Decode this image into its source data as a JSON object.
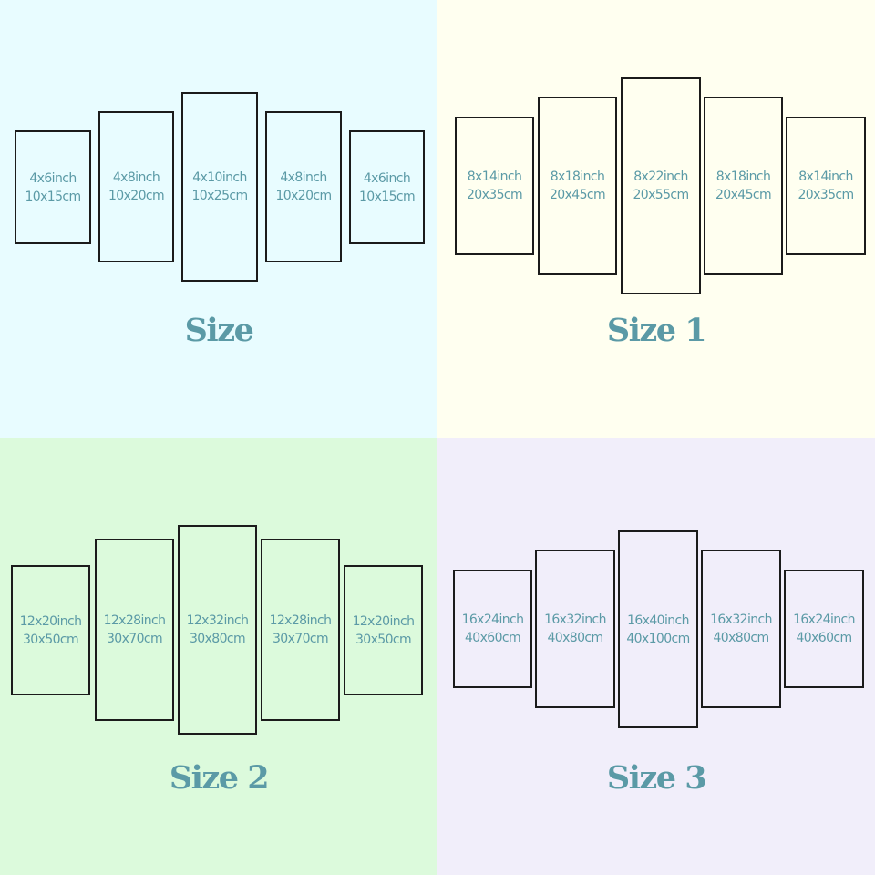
{
  "colors": {
    "text": "#5b9aa6",
    "frame": "#1b1b1b"
  },
  "quadrants": [
    {
      "title": "Size",
      "background": "#e8fcff",
      "panels": [
        {
          "inch": "4x6inch",
          "cm": "10x15cm"
        },
        {
          "inch": "4x8inch",
          "cm": "10x20cm"
        },
        {
          "inch": "4x10inch",
          "cm": "10x25cm"
        },
        {
          "inch": "4x8inch",
          "cm": "10x20cm"
        },
        {
          "inch": "4x6inch",
          "cm": "10x15cm"
        }
      ]
    },
    {
      "title": "Size 1",
      "background": "#fffff0",
      "panels": [
        {
          "inch": "8x14inch",
          "cm": "20x35cm"
        },
        {
          "inch": "8x18inch",
          "cm": "20x45cm"
        },
        {
          "inch": "8x22inch",
          "cm": "20x55cm"
        },
        {
          "inch": "8x18inch",
          "cm": "20x45cm"
        },
        {
          "inch": "8x14inch",
          "cm": "20x35cm"
        }
      ]
    },
    {
      "title": "Size 2",
      "background": "#dcfadc",
      "panels": [
        {
          "inch": "12x20inch",
          "cm": "30x50cm"
        },
        {
          "inch": "12x28inch",
          "cm": "30x70cm"
        },
        {
          "inch": "12x32inch",
          "cm": "30x80cm"
        },
        {
          "inch": "12x28inch",
          "cm": "30x70cm"
        },
        {
          "inch": "12x20inch",
          "cm": "30x50cm"
        }
      ]
    },
    {
      "title": "Size 3",
      "background": "#f1eefa",
      "panels": [
        {
          "inch": "16x24inch",
          "cm": "40x60cm"
        },
        {
          "inch": "16x32inch",
          "cm": "40x80cm"
        },
        {
          "inch": "16x40inch",
          "cm": "40x100cm"
        },
        {
          "inch": "16x32inch",
          "cm": "40x80cm"
        },
        {
          "inch": "16x24inch",
          "cm": "40x60cm"
        }
      ]
    }
  ]
}
